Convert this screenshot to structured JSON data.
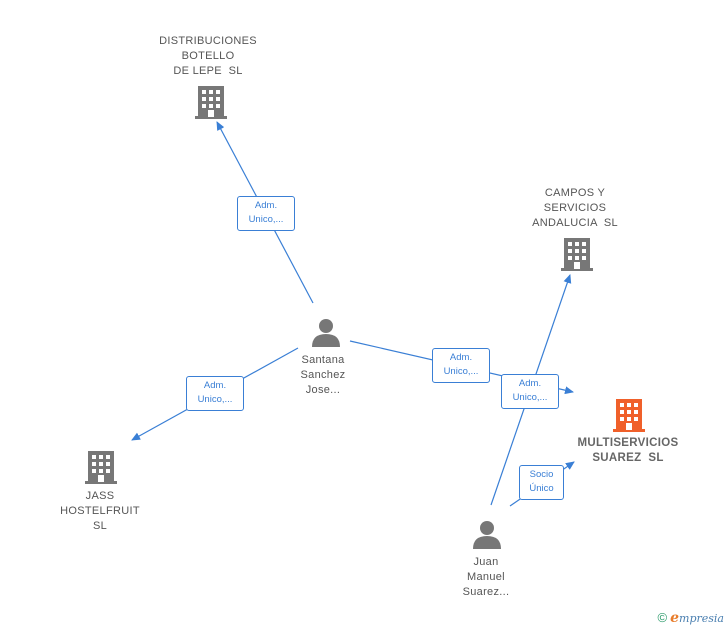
{
  "nodes": {
    "distribuciones": {
      "lines": [
        "DISTRIBUCIONES",
        "BOTELLO",
        "DE LEPE  SL"
      ],
      "kind": "company"
    },
    "campos": {
      "lines": [
        "CAMPOS Y",
        "SERVICIOS",
        "ANDALUCIA  SL"
      ],
      "kind": "company"
    },
    "multiservicios": {
      "lines": [
        "MULTISERVICIOS",
        "SUAREZ  SL"
      ],
      "kind": "company-main"
    },
    "jass": {
      "lines": [
        "JASS",
        "HOSTELFRUIT",
        "SL"
      ],
      "kind": "company"
    },
    "santana": {
      "lines": [
        "Santana",
        "Sanchez",
        "Jose..."
      ],
      "kind": "person"
    },
    "juan": {
      "lines": [
        "Juan",
        "Manuel",
        "Suarez..."
      ],
      "kind": "person"
    }
  },
  "edges": {
    "santana_distribuciones": {
      "lines": [
        "Adm.",
        "Unico,..."
      ]
    },
    "santana_jass": {
      "lines": [
        "Adm.",
        "Unico,..."
      ]
    },
    "santana_multiservicios": {
      "lines": [
        "Adm.",
        "Unico,..."
      ]
    },
    "juan_campos": {
      "lines": [
        "Adm.",
        "Unico,..."
      ]
    },
    "juan_multiservicios": {
      "lines": [
        "Socio",
        "Único"
      ]
    }
  },
  "colors": {
    "edge": "#3a7fd5",
    "company_icon": "#777777",
    "main_icon": "#f0602a",
    "person_icon": "#777777"
  },
  "footer": {
    "copyright": "©",
    "brand_initial": "e",
    "brand_rest": "mpresia"
  }
}
